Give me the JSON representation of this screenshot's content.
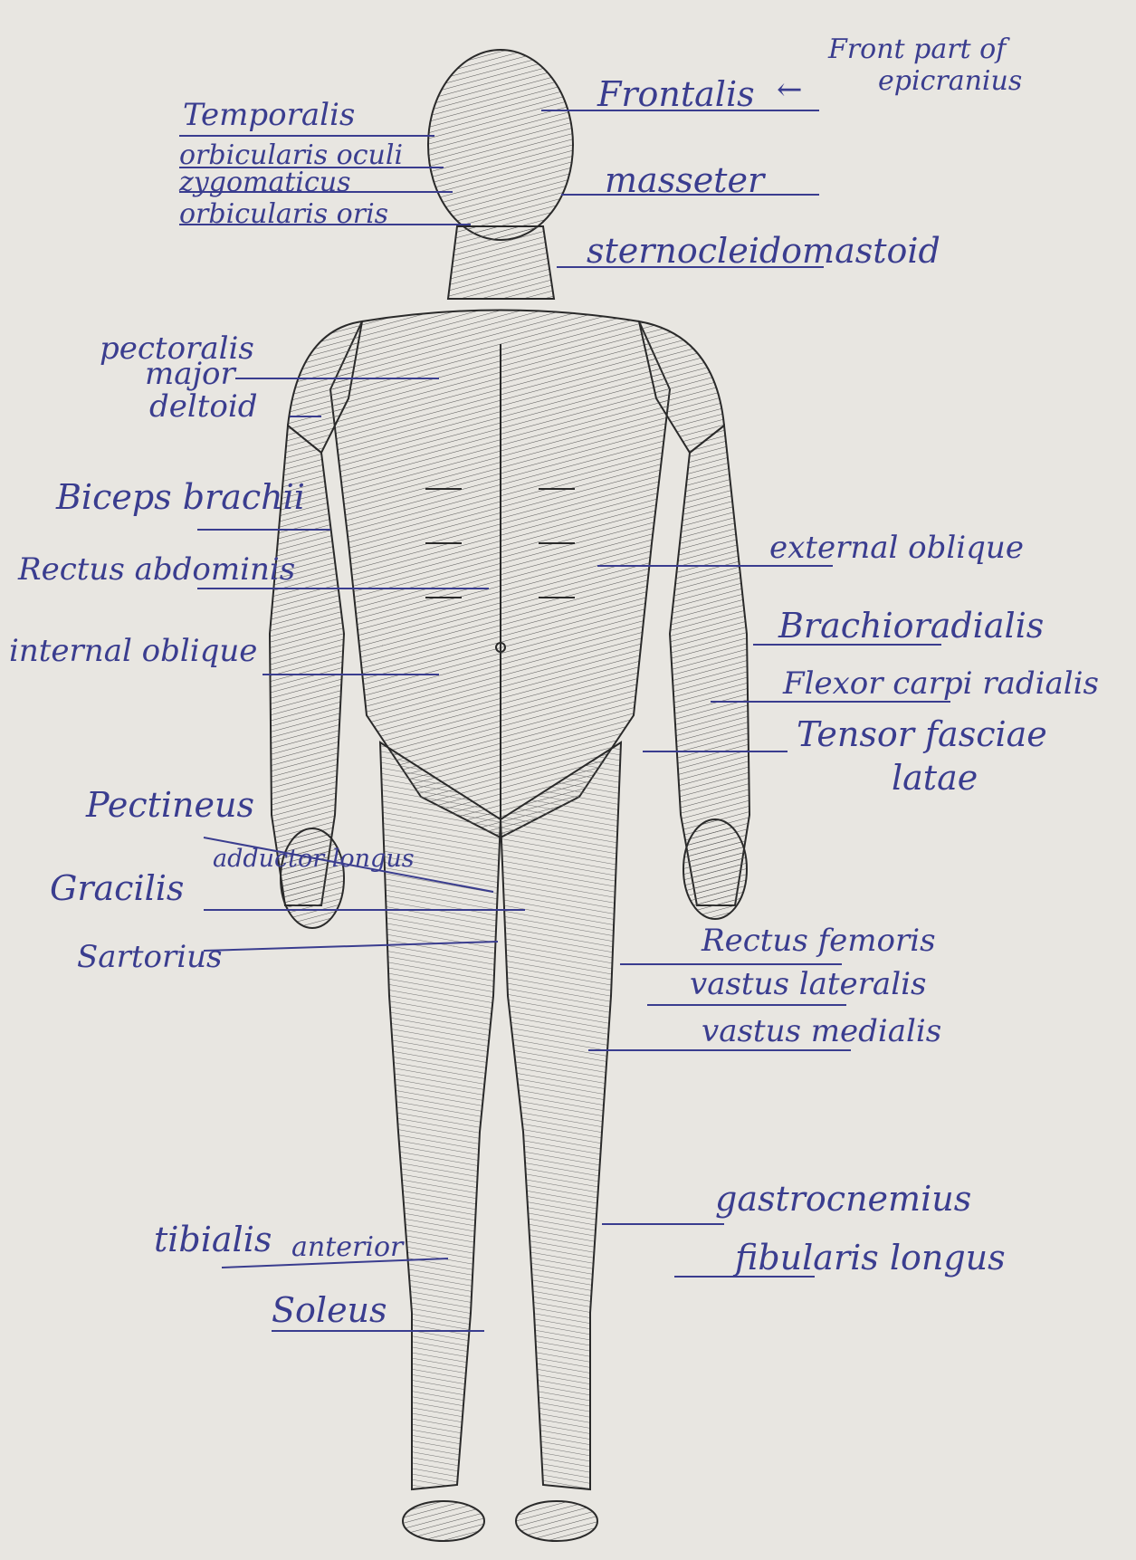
{
  "labels": {
    "temporalis": "Temporalis",
    "orbicularis_oculi": "orbicularis oculi",
    "zygomaticus": "zygomaticus",
    "orbicularis_oris": "orbicularis oris",
    "frontalis": "Frontalis",
    "frontalis_note_arrow": "←",
    "frontalis_note_1": "Front part of",
    "frontalis_note_2": "epicranius",
    "masseter": "masseter",
    "sternocleidomastoid": "sternocleidomastoid",
    "pectoralis_major_1": "pectoralis",
    "pectoralis_major_2": "major",
    "deltoid": "deltoid",
    "biceps_brachii": "Biceps brachii",
    "rectus_abdominis": "Rectus abdominis",
    "internal_oblique": "internal oblique",
    "external_oblique": "external oblique",
    "brachioradialis": "Brachioradialis",
    "flexor_carpi_radialis": "Flexor carpi radialis",
    "tensor_fasciae_latae_1": "Tensor fasciae",
    "tensor_fasciae_latae_2": "latae",
    "pectineus": "Pectineus",
    "adductor_longus": "adductor longus",
    "gracilis": "Gracilis",
    "sartorius": "Sartorius",
    "rectus_femoris": "Rectus femoris",
    "vastus_lateralis": "vastus lateralis",
    "vastus_medialis": "vastus medialis",
    "tibialis_anterior_1": "tibialis",
    "tibialis_anterior_2": "anterior",
    "soleus": "Soleus",
    "gastrocnemius": "gastrocnemius",
    "fibularis_longus": "fibularis longus"
  },
  "colors": {
    "paper": "#e8e6e1",
    "ink": "#3a3d8f",
    "figure": "#2a2a2a"
  }
}
